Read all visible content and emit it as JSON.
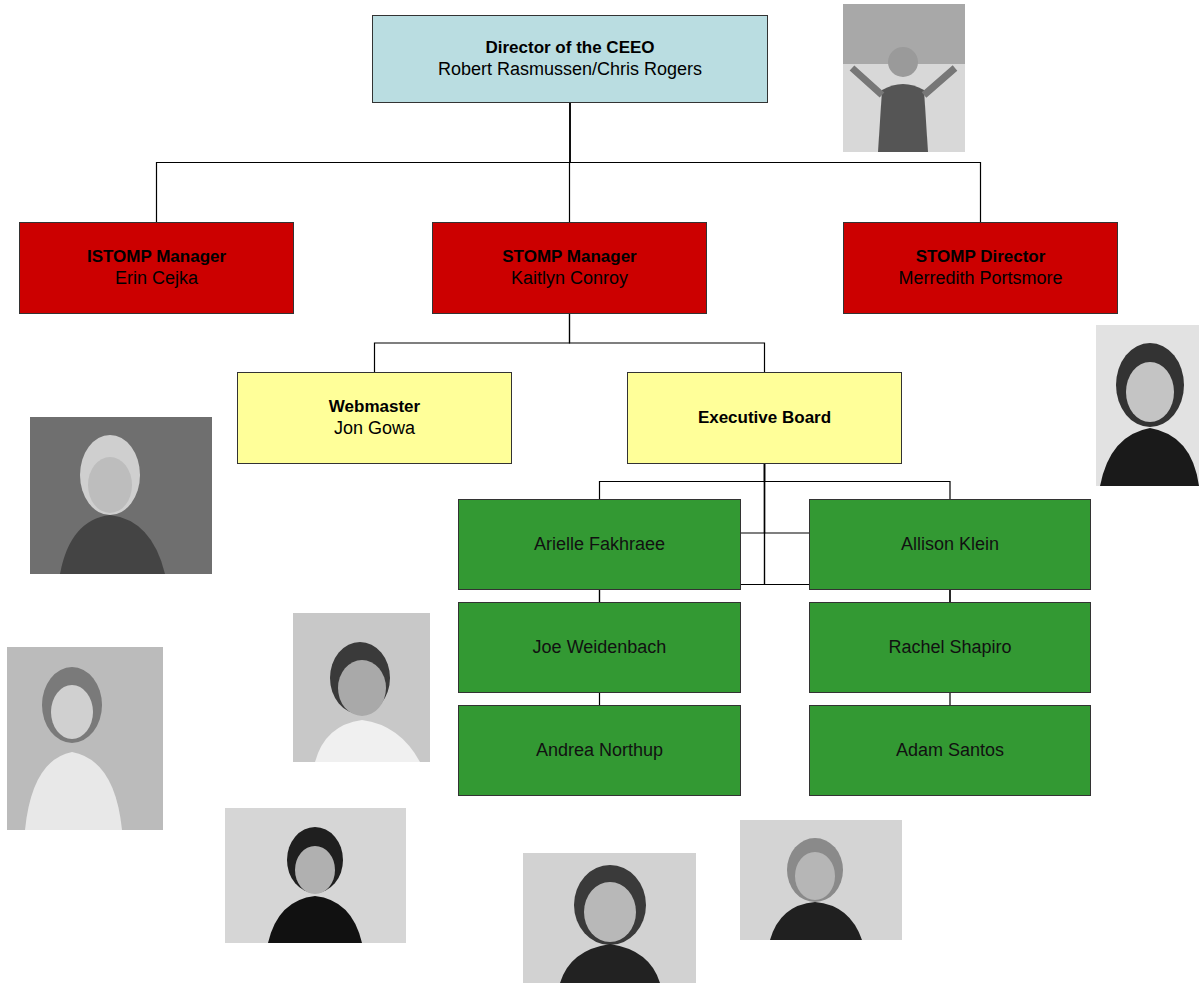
{
  "diagram": {
    "nodes": [
      {
        "text": [
          "Director of the CEEO",
          "Robert Rasmussen/Chris Rogers"
        ]
      },
      {
        "text": [
          "ISTOMP Manager",
          "Erin Cejka"
        ]
      },
      {
        "text": [
          "STOMP Manager",
          "Kaitlyn Conroy"
        ]
      },
      {
        "text": [
          "STOMP Director",
          "Merredith Portsmore"
        ]
      },
      {
        "text": [
          "Webmaster",
          "Jon Gowa"
        ]
      },
      {
        "text": [
          "Executive Board"
        ]
      },
      {
        "text": [
          "Arielle Fakhraee"
        ]
      },
      {
        "text": [
          "Allison Klein"
        ]
      },
      {
        "text": [
          "Joe Weidenbach"
        ]
      },
      {
        "text": [
          "Rachel Shapiro"
        ]
      },
      {
        "text": [
          "Andrea Northup"
        ]
      },
      {
        "text": [
          "Adam Santos"
        ]
      }
    ],
    "edges": [
      {
        "from": 0,
        "to": 1,
        "arrow": "none"
      },
      {
        "from": 0,
        "to": 2,
        "arrow": "none"
      },
      {
        "from": 0,
        "to": 3,
        "arrow": "none"
      },
      {
        "from": 2,
        "to": 4,
        "arrow": "none"
      },
      {
        "from": 2,
        "to": 5,
        "arrow": "none"
      },
      {
        "from": 5,
        "to": 6,
        "arrow": "none"
      },
      {
        "from": 5,
        "to": 7,
        "arrow": "none"
      },
      {
        "from": 5,
        "to": 8,
        "arrow": "none"
      },
      {
        "from": 5,
        "to": 9,
        "arrow": "none"
      },
      {
        "from": 5,
        "to": 10,
        "arrow": "none"
      },
      {
        "from": 5,
        "to": 11,
        "arrow": "none"
      }
    ]
  }
}
